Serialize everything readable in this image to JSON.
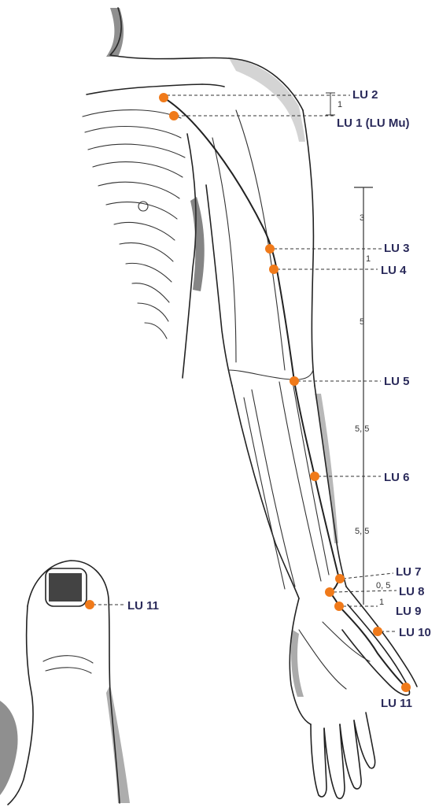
{
  "colors": {
    "point": "#f07a1a",
    "label": "#2a2a5a",
    "ink": "#222222"
  },
  "points": [
    {
      "id": "lu2",
      "label": "LU 2"
    },
    {
      "id": "lu1",
      "label": "LU 1 (LU Mu)"
    },
    {
      "id": "lu3",
      "label": "LU 3"
    },
    {
      "id": "lu4",
      "label": "LU 4"
    },
    {
      "id": "lu5",
      "label": "LU 5"
    },
    {
      "id": "lu6",
      "label": "LU 6"
    },
    {
      "id": "lu7",
      "label": "LU 7"
    },
    {
      "id": "lu8",
      "label": "LU 8"
    },
    {
      "id": "lu9",
      "label": "LU 9"
    },
    {
      "id": "lu10",
      "label": "LU 10"
    },
    {
      "id": "lu11",
      "label": "LU 11"
    }
  ],
  "thumb_point": {
    "label": "LU 11"
  },
  "measurements": [
    "1",
    "3",
    "1",
    "5",
    "5, 5",
    "5, 5",
    "0, 5",
    "1"
  ]
}
